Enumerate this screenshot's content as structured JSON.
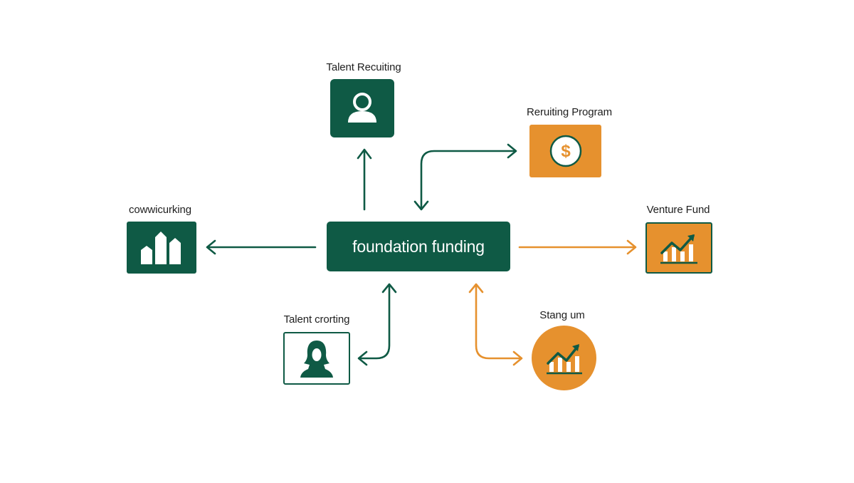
{
  "colors": {
    "green": "#0f5a45",
    "orange": "#e6912e",
    "white": "#ffffff"
  },
  "center": {
    "label": "foundation funding"
  },
  "nodes": {
    "talent_recruiting": {
      "label": "Talent Recuiting",
      "icon": "person-icon"
    },
    "recruiting_program": {
      "label": "Reruiting Program",
      "icon": "dollar-coin-icon"
    },
    "coworking": {
      "label": "cowwicurking",
      "icon": "buildings-icon"
    },
    "venture_fund": {
      "label": "Venture Fund",
      "icon": "growth-chart-icon"
    },
    "talent_crafting": {
      "label": "Talent crorting",
      "icon": "woman-avatar-icon"
    },
    "startup": {
      "label": "Stang um",
      "icon": "growth-chart-icon"
    }
  }
}
